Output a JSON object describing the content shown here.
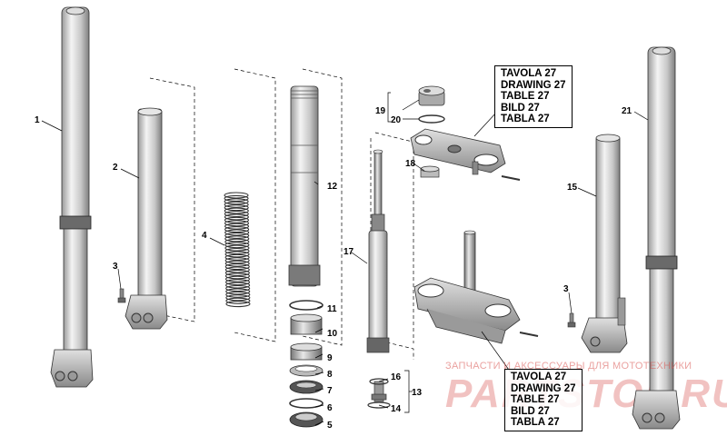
{
  "part_numbers": {
    "p1": "1",
    "p2": "2",
    "p3a": "3",
    "p3b": "3",
    "p4": "4",
    "p5": "5",
    "p6": "6",
    "p7": "7",
    "p8": "8",
    "p9": "9",
    "p10": "10",
    "p11": "11",
    "p12": "12",
    "p13": "13",
    "p14": "14",
    "p15": "15",
    "p16": "16",
    "p17": "17",
    "p18": "18",
    "p19": "19",
    "p20": "20",
    "p21": "21"
  },
  "reference_box_top": [
    "TAVOLA 27",
    "DRAWING 27",
    "TABLE 27",
    "BILD 27",
    "TABLA 27"
  ],
  "reference_box_bottom": [
    "TAVOLA 27",
    "DRAWING 27",
    "TABLE 27",
    "BILD 27",
    "TABLA 27"
  ],
  "watermark": {
    "tagline": "ЗАПЧАСТИ И АКСЕССУАРЫ ДЛЯ МОТОТЕХНИКИ",
    "logo": "PARTSTOP.RU",
    "color": "#d9534f"
  }
}
